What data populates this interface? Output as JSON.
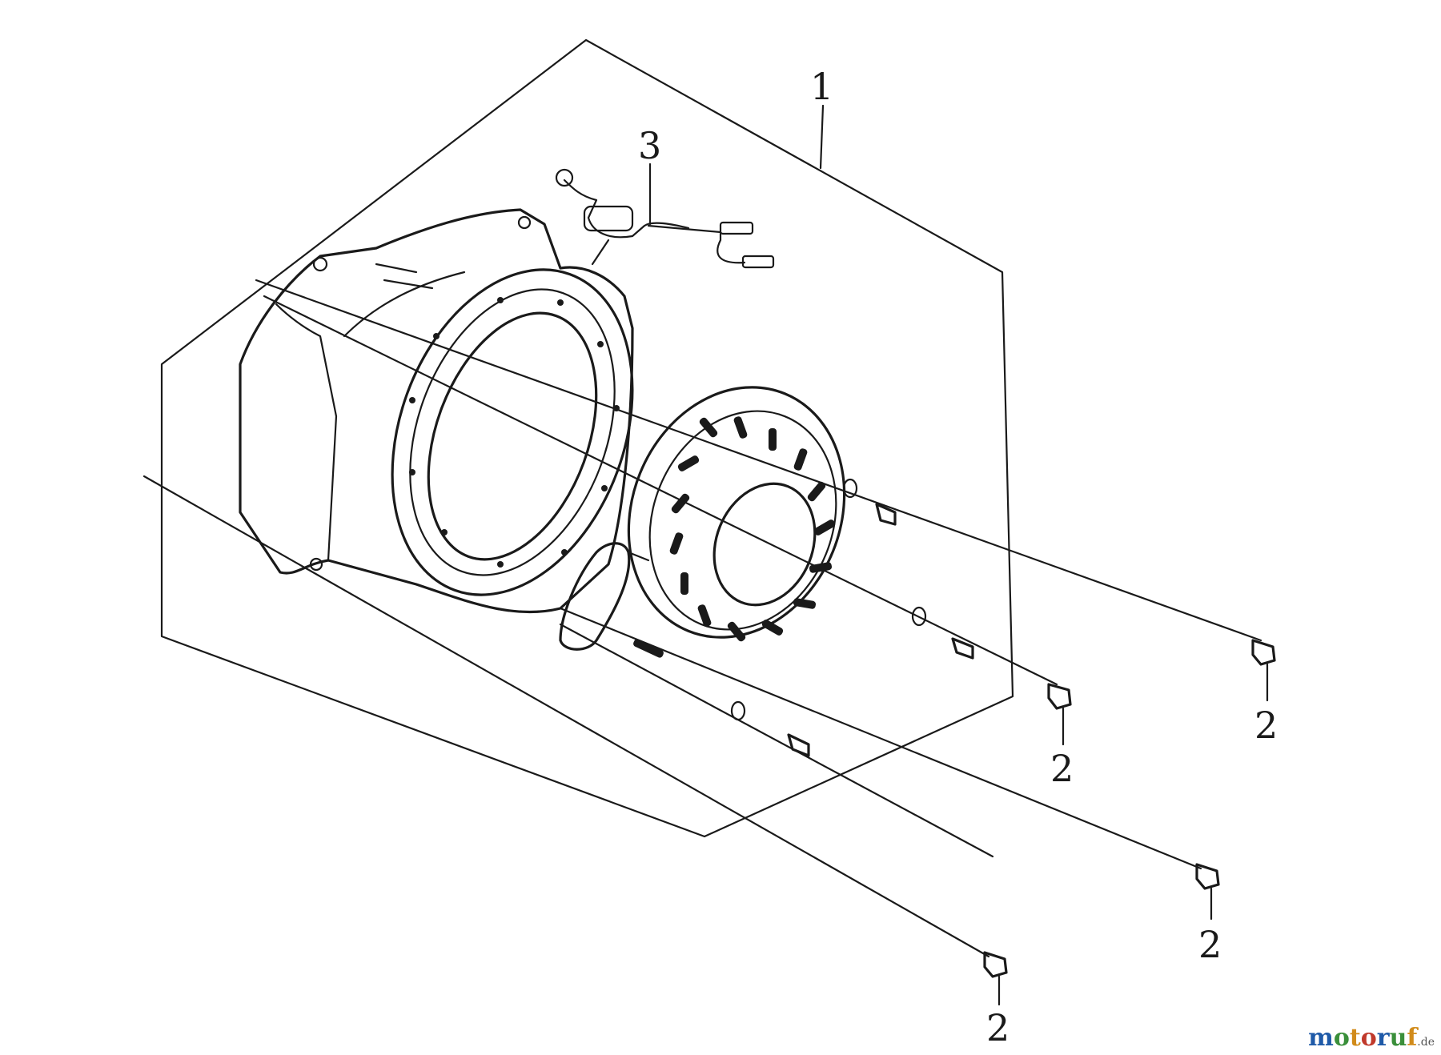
{
  "callouts": {
    "c1": "1",
    "c3": "3",
    "c2a": "2",
    "c2b": "2",
    "c2c": "2",
    "c2d": "2"
  },
  "watermark": {
    "text": "motoruf",
    "suffix": ".de",
    "letters": [
      {
        "ch": "m",
        "color": "#1f5aa8"
      },
      {
        "ch": "o",
        "color": "#3a8f3a"
      },
      {
        "ch": "t",
        "color": "#d18b1a"
      },
      {
        "ch": "o",
        "color": "#c0392b"
      },
      {
        "ch": "r",
        "color": "#1f5aa8"
      },
      {
        "ch": "u",
        "color": "#3a8f3a"
      },
      {
        "ch": "f",
        "color": "#d18b1a"
      }
    ]
  },
  "colors": {
    "line": "#1a1a1a",
    "background": "#ffffff"
  }
}
